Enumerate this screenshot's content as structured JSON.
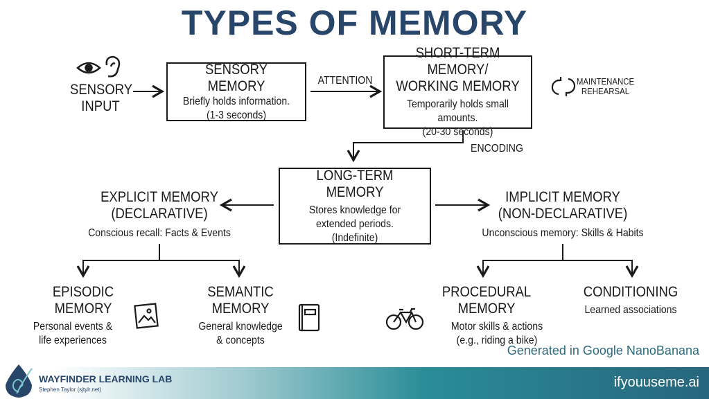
{
  "title": "TYPES OF MEMORY",
  "sensory_input": {
    "line1": "SENSORY",
    "line2": "INPUT"
  },
  "sensory_memory": {
    "title": "SENSORY MEMORY",
    "desc": "Briefly holds information.",
    "duration": "(1-3 seconds)"
  },
  "attention": "ATTENTION",
  "short_term": {
    "title1": "SHORT-TERM MEMORY/",
    "title2": "WORKING MEMORY",
    "desc": "Temporarily holds small amounts.",
    "duration": "(20-30 seconds)"
  },
  "rehearsal": {
    "line1": "MAINTENANCE",
    "line2": "REHEARSAL"
  },
  "encoding": "ENCODING",
  "long_term": {
    "title": "LONG-TERM MEMORY",
    "desc1": "Stores knowledge for",
    "desc2": "extended periods.",
    "duration": "(Indefinite)"
  },
  "explicit": {
    "title1": "EXPLICIT MEMORY",
    "title2": "(DECLARATIVE)",
    "desc": "Conscious recall: Facts & Events"
  },
  "implicit": {
    "title1": "IMPLICIT MEMORY",
    "title2": "(NON-DECLARATIVE)",
    "desc": "Unconscious memory: Skills & Habits"
  },
  "episodic": {
    "title": "EPISODIC MEMORY",
    "desc1": "Personal events &",
    "desc2": "life experiences"
  },
  "semantic": {
    "title": "SEMANTIC MEMORY",
    "desc1": "General knowledge",
    "desc2": "& concepts"
  },
  "procedural": {
    "title": "PROCEDURAL MEMORY",
    "desc1": "Motor skills & actions",
    "desc2": "(e.g., riding a bike)"
  },
  "conditioning": {
    "title": "CONDITIONING",
    "desc1": "Learned associations"
  },
  "credit": "Generated in Google NanoBanana",
  "footer": {
    "brand": "WAYFINDER LEARNING LAB",
    "author": "Stephen Taylor (sjtylr.net)",
    "site": "ifyouuseme.ai"
  },
  "colors": {
    "title": "#27466a",
    "teal": "#2a8c97"
  }
}
